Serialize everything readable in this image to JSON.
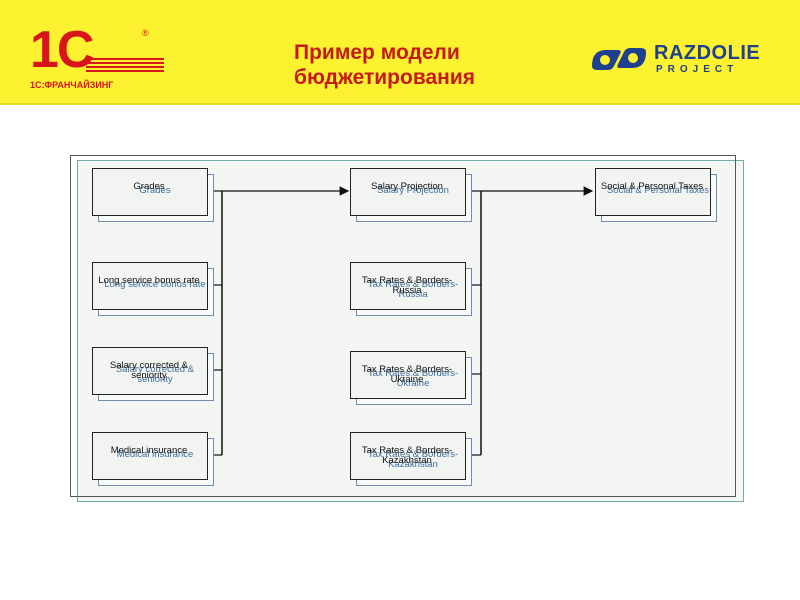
{
  "header": {
    "logo_main": "1С",
    "logo_sub": "1С:ФРАНЧАЙЗИНГ",
    "logo_reg": "®",
    "title": "Пример модели бюджетирования",
    "partner_name": "RAZDOLIE",
    "partner_sub": "PROJECT",
    "background_color": "#fdf22f",
    "title_color": "#c41a1a",
    "partner_color": "#1f3f8f"
  },
  "diagram": {
    "column1": [
      {
        "label": "Grades",
        "ghost": "Grades"
      },
      {
        "label": "Long service bonus rate",
        "ghost": "Long service bonus rate"
      },
      {
        "label": "Salary corrected & seniority",
        "ghost": "Salary corrected & seniority"
      },
      {
        "label": "Medical insurance",
        "ghost": "Medical insurance"
      }
    ],
    "column2": [
      {
        "label": "Salary Projection",
        "ghost": "Salary Projection"
      },
      {
        "label": "Tax Rates & Borders- Russia",
        "ghost": "Tax Rates & Borders- Russia"
      },
      {
        "label": "Tax Rates & Borders- Ukraine",
        "ghost": "Tax Rates & Borders- Ukraine"
      },
      {
        "label": "Tax Rates & Borders- Kazakhstan",
        "ghost": "Tax Rates & Borders- Kazakhstan"
      }
    ],
    "column3": [
      {
        "label": "Social & Personal Taxes",
        "ghost": "Social & Personal Taxes"
      }
    ]
  }
}
